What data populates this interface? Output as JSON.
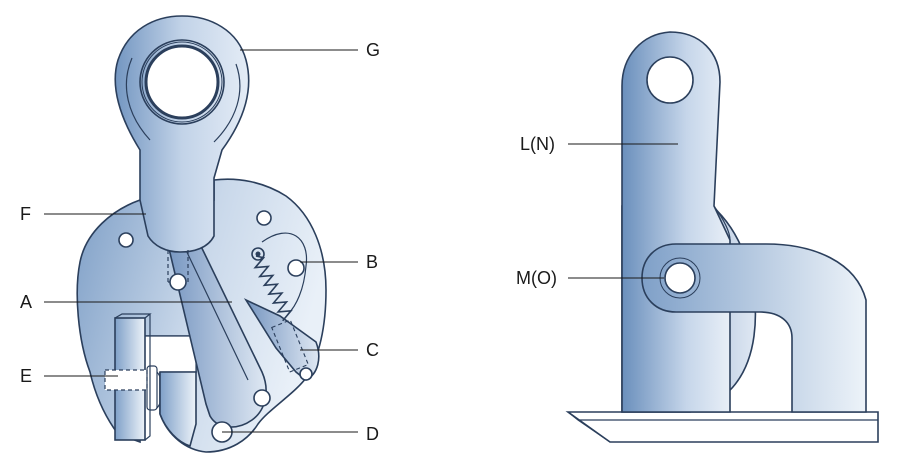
{
  "diagram": {
    "labels": {
      "a": "A",
      "b": "B",
      "c": "C",
      "d": "D",
      "e": "E",
      "f": "F",
      "g": "G",
      "ln": "L(N)",
      "mo": "M(O)"
    }
  },
  "colors": {
    "steel_dark": "#6f93bd",
    "steel_light": "#e6eef7",
    "outline": "#2b3f5c",
    "label": "#1a1a1a"
  }
}
